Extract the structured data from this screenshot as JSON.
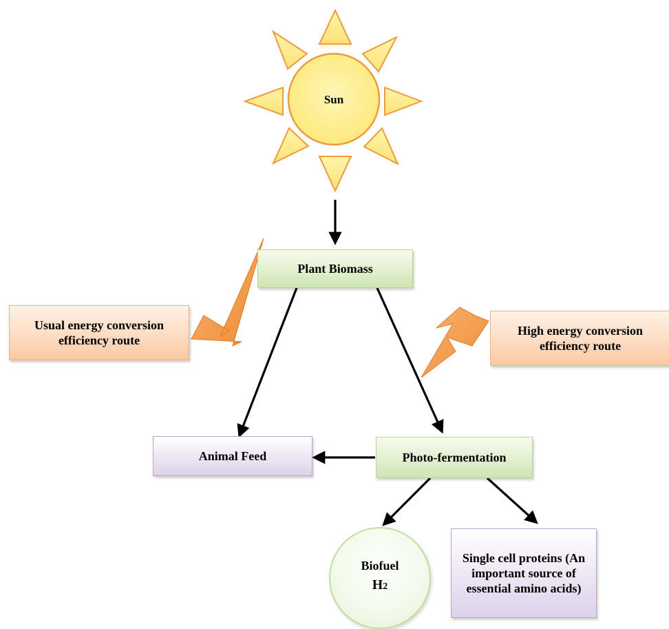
{
  "sun": {
    "label": "Sun"
  },
  "nodes": {
    "plant_biomass": "Plant Biomass",
    "usual_route": "Usual energy conversion efficiency route",
    "high_route": "High energy conversion efficiency route",
    "animal_feed": "Animal Feed",
    "photo_fermentation": "Photo-fermentation",
    "biofuel_label": "Biofuel",
    "biofuel_h": "H",
    "biofuel_sub": "2",
    "single_cell": "Single cell proteins (An important source of essential amino acids)"
  },
  "colors": {
    "sun_fill": "#fef08e",
    "sun_stroke": "#ee9a3d",
    "lightning_fill": "#f39a4a",
    "arrow": "#000000"
  }
}
